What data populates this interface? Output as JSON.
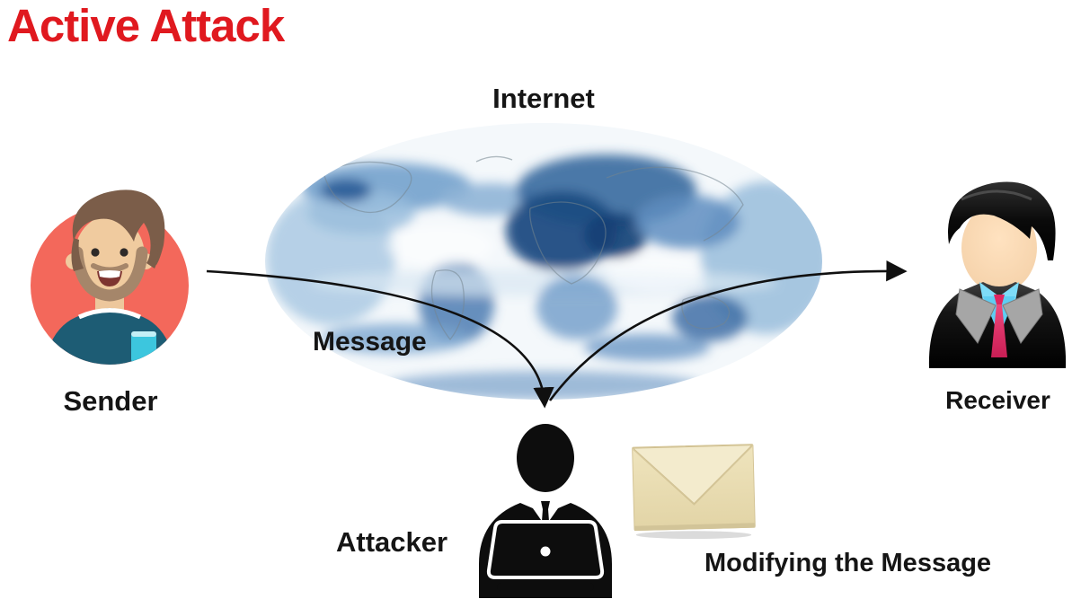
{
  "title": {
    "text": "Active Attack",
    "color": "#e0191f"
  },
  "labels": {
    "internet": "Internet",
    "message": "Message",
    "sender": "Sender",
    "receiver": "Receiver",
    "attacker": "Attacker",
    "modify": "Modifying the Message"
  },
  "icons": {
    "map": "world-map-ellipse",
    "sender": "casual-man-avatar",
    "receiver": "businessman-avatar",
    "attacker": "hacker-with-laptop-silhouette",
    "envelope": "sealed-envelope",
    "arrow1": "curved-arrow-sender-to-attacker",
    "arrow2": "curved-arrow-attacker-to-receiver"
  },
  "colors": {
    "title": "#e0191f",
    "label_text": "#151515",
    "arrows": "#101010",
    "map_blue_dark": "#1e4c82",
    "map_blue_mid": "#4c7cb1",
    "map_blue_light": "#aac9e3",
    "sender_circle": "#f3685b",
    "sender_shirt": "#1d5c74",
    "sender_pocket": "#3cc6de",
    "receiver_shirt": "#7edcf8",
    "receiver_tie": "#e0255f",
    "receiver_lapel": "#a6a6a6",
    "attacker_black": "#0d0d0d",
    "envelope_body": "#ebdfb6"
  }
}
